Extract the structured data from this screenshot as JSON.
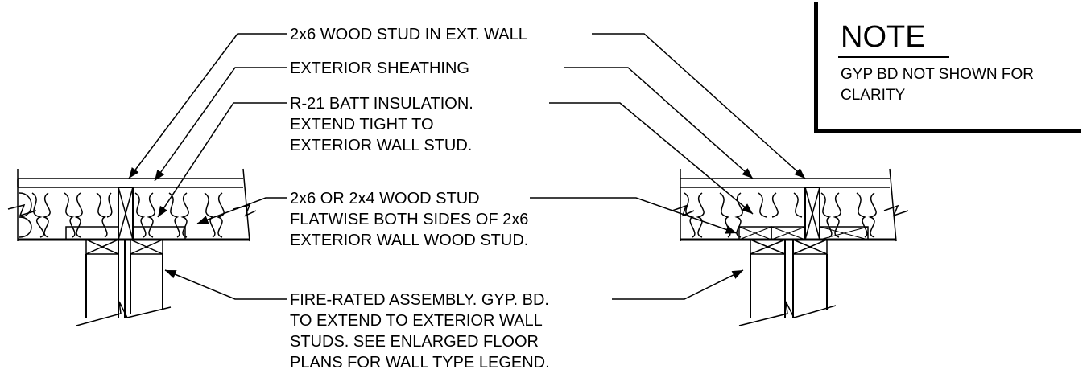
{
  "labels": {
    "stud_ext_wall": [
      "2x6 WOOD STUD IN EXT. WALL"
    ],
    "sheathing": [
      "EXTERIOR SHEATHING"
    ],
    "insulation": [
      "R-21 BATT INSULATION.",
      "EXTEND TIGHT TO",
      "EXTERIOR WALL STUD."
    ],
    "flatwise_stud": [
      "2x6 OR 2x4 WOOD STUD",
      "FLATWISE BOTH SIDES OF 2x6",
      "EXTERIOR WALL WOOD STUD."
    ],
    "fire_rated": [
      "FIRE-RATED ASSEMBLY. GYP. BD.",
      "TO EXTEND TO EXTERIOR WALL",
      "STUDS. SEE ENLARGED FLOOR",
      "PLANS FOR WALL TYPE LEGEND."
    ]
  },
  "note": {
    "title": "NOTE",
    "body": [
      "GYP BD NOT SHOWN FOR",
      "CLARITY"
    ]
  }
}
